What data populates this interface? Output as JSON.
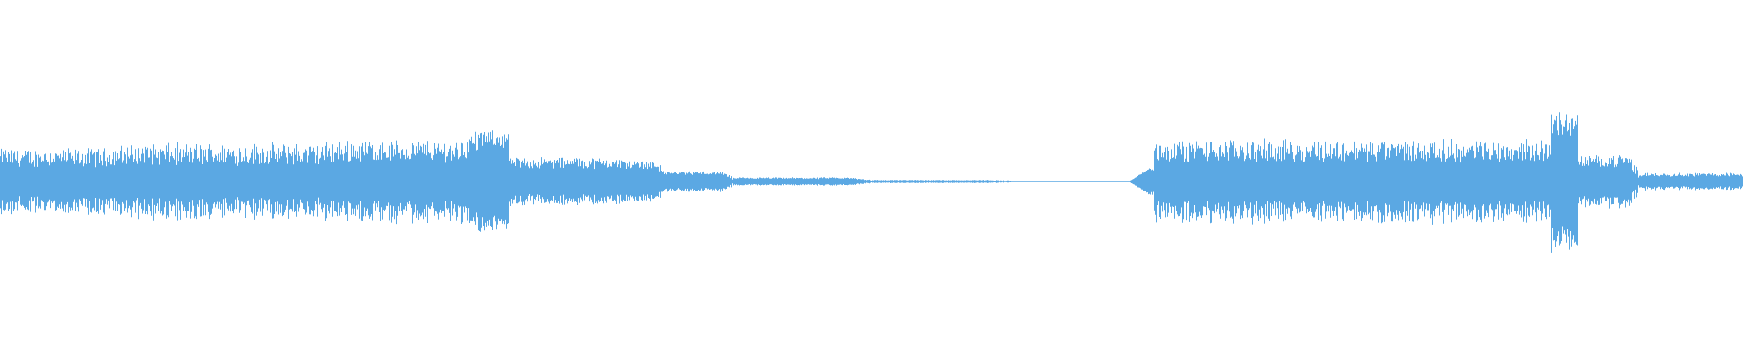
{
  "waveform": {
    "color": "#5ba8e3",
    "background": "#ffffff",
    "segments": [
      {
        "from": 0.0,
        "to": 0.07,
        "amplitude": 0.07,
        "jitter": 0.025
      },
      {
        "from": 0.07,
        "to": 0.2,
        "amplitude": 0.08,
        "jitter": 0.03
      },
      {
        "from": 0.2,
        "to": 0.275,
        "amplitude": 0.09,
        "jitter": 0.03
      },
      {
        "from": 0.275,
        "to": 0.292,
        "amplitude": 0.125,
        "jitter": 0.02
      },
      {
        "from": 0.292,
        "to": 0.36,
        "amplitude": 0.055,
        "jitter": 0.015
      },
      {
        "from": 0.36,
        "to": 0.38,
        "amplitude": 0.05,
        "jitter": 0.01
      },
      {
        "from": 0.38,
        "to": 0.42,
        "amplitude": 0.025,
        "jitter": 0.005
      },
      {
        "from": 0.42,
        "to": 0.5,
        "amplitude": 0.01,
        "jitter": 0.002
      },
      {
        "from": 0.5,
        "to": 0.58,
        "amplitude": 0.004,
        "jitter": 0.001
      },
      {
        "from": 0.58,
        "to": 0.66,
        "amplitude": 0.002,
        "jitter": 0.0
      },
      {
        "from": 0.66,
        "to": 0.662,
        "amplitude": 0.04,
        "jitter": 0.01
      },
      {
        "from": 0.662,
        "to": 0.89,
        "amplitude": 0.09,
        "jitter": 0.03
      },
      {
        "from": 0.89,
        "to": 0.905,
        "amplitude": 0.17,
        "jitter": 0.03
      },
      {
        "from": 0.905,
        "to": 0.94,
        "amplitude": 0.06,
        "jitter": 0.015
      },
      {
        "from": 0.94,
        "to": 1.0,
        "amplitude": 0.02,
        "jitter": 0.005
      }
    ]
  }
}
